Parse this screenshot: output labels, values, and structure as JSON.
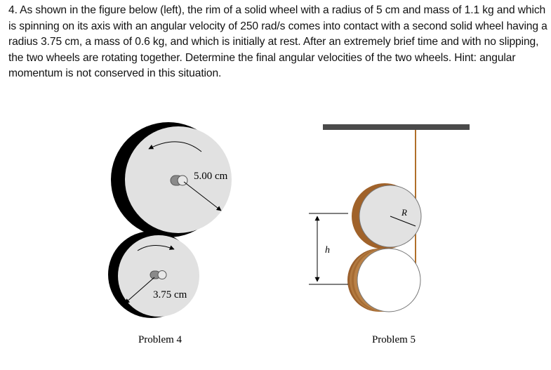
{
  "problem": {
    "text": "4. As shown in the figure below (left), the rim of a solid wheel with a radius of 5 cm and mass of 1.1 kg and which is spinning on its axis with an angular velocity of 250 rad/s comes into contact with a second solid wheel having a radius 3.75 cm, a mass of 0.6 kg, and which is initially at rest. After an extremely brief time and with no slipping, the two wheels are rotating together. Determine the final angular velocities of the two wheels. Hint: angular momentum is not conserved in this situation."
  },
  "figure_left": {
    "large_radius_label": "5.00 cm",
    "small_radius_label": "3.75 cm",
    "caption": "Problem 4"
  },
  "figure_right": {
    "radius_label": "R",
    "height_label": "h",
    "caption": "Problem 5"
  }
}
